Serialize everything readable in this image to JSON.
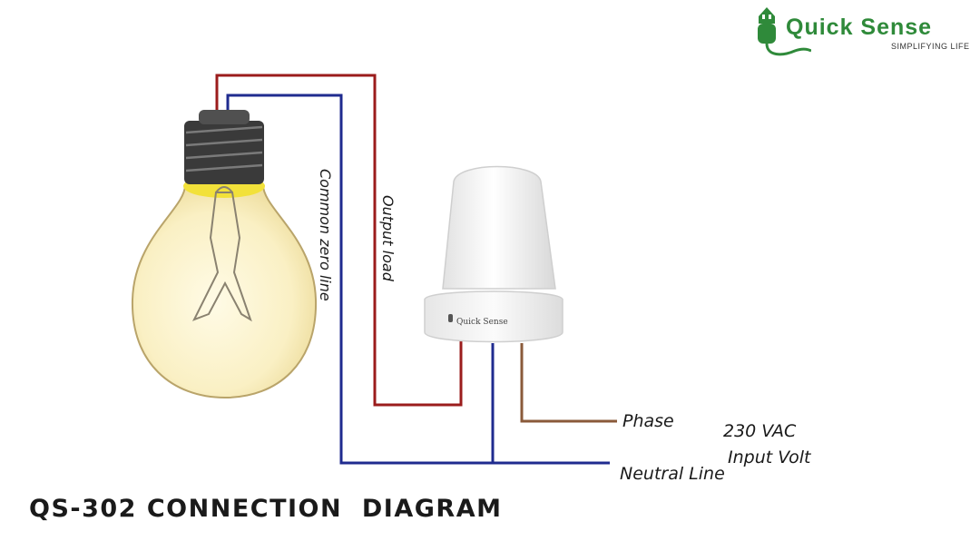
{
  "brand": {
    "name": "Quick Sense",
    "tagline": "SIMPLIFYING LIFE",
    "sensor_label": "Quick Sense",
    "color": "#2f8a3a"
  },
  "title": "QS-302 CONNECTION  DIAGRAM",
  "labels": {
    "common_zero_line": "Common zero line",
    "output_load": "Output load",
    "phase": "Phase",
    "neutral_line": "Neutral Line",
    "input_voltage": "230 VAC",
    "input_volt": "Input Volt"
  },
  "wire_colors": {
    "output": "#9b1c1c",
    "neutral": "#1f2b8f",
    "phase": "#8a5a3a"
  }
}
